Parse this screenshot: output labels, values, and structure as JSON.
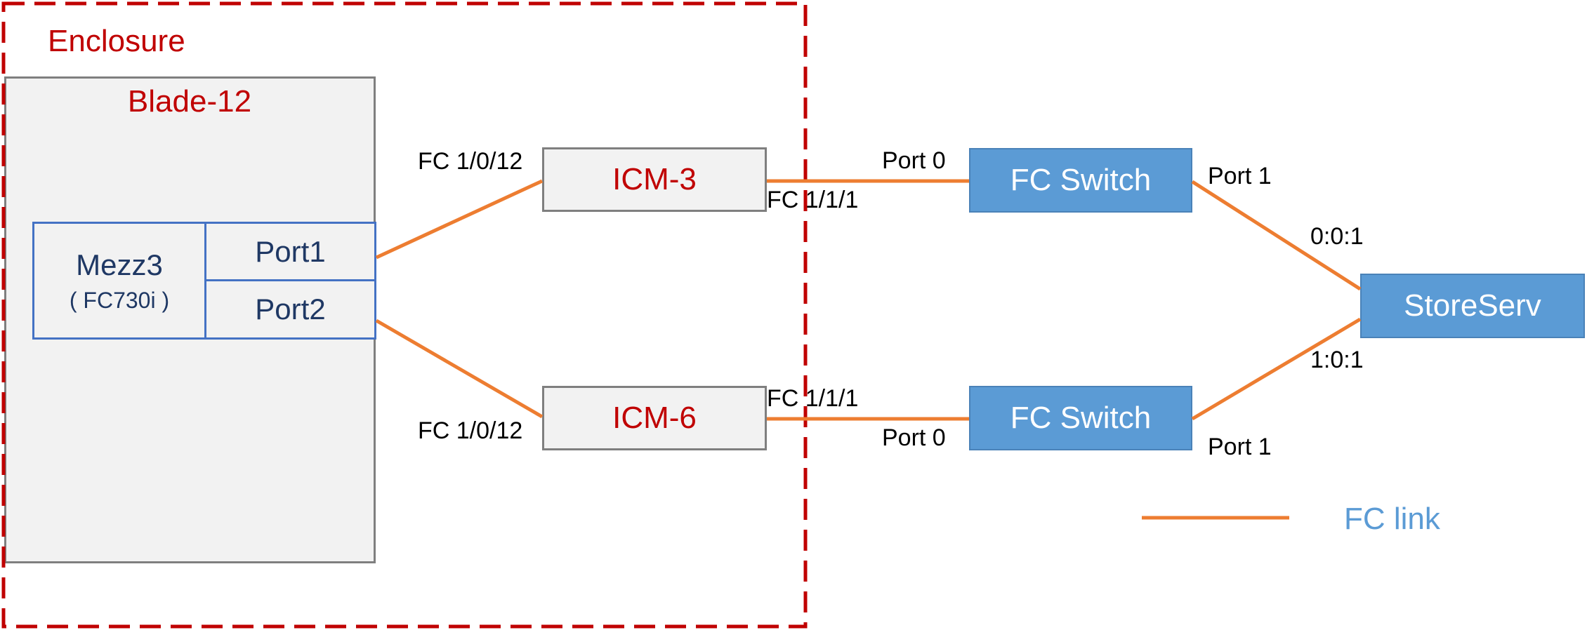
{
  "enclosure": {
    "label": "Enclosure"
  },
  "blade": {
    "label": "Blade-12"
  },
  "mezz": {
    "name": "Mezz3",
    "model": "( FC730i )",
    "port1": "Port1",
    "port2": "Port2"
  },
  "icm_top": {
    "label": "ICM-3",
    "left_port": "FC 1/0/12",
    "right_port": "FC 1/1/1"
  },
  "icm_bottom": {
    "label": "ICM-6",
    "left_port": "FC 1/0/12",
    "right_port": "FC 1/1/1"
  },
  "switch_top": {
    "label": "FC Switch",
    "in_port": "Port 0",
    "out_port": "Port 1"
  },
  "switch_bottom": {
    "label": "FC Switch",
    "in_port": "Port 0",
    "out_port": "Port 1"
  },
  "storage": {
    "label": "StoreServ",
    "port_top": "0:0:1",
    "port_bottom": "1:0:1"
  },
  "legend": {
    "label": "FC link"
  },
  "colors": {
    "fc_link": "#ed7d31",
    "enclosure_border": "#c00000",
    "device_blue": "#5b9bd5",
    "box_gray": "#f2f2f2",
    "mezz_border": "#4472c4",
    "mezz_text": "#1f3864"
  }
}
